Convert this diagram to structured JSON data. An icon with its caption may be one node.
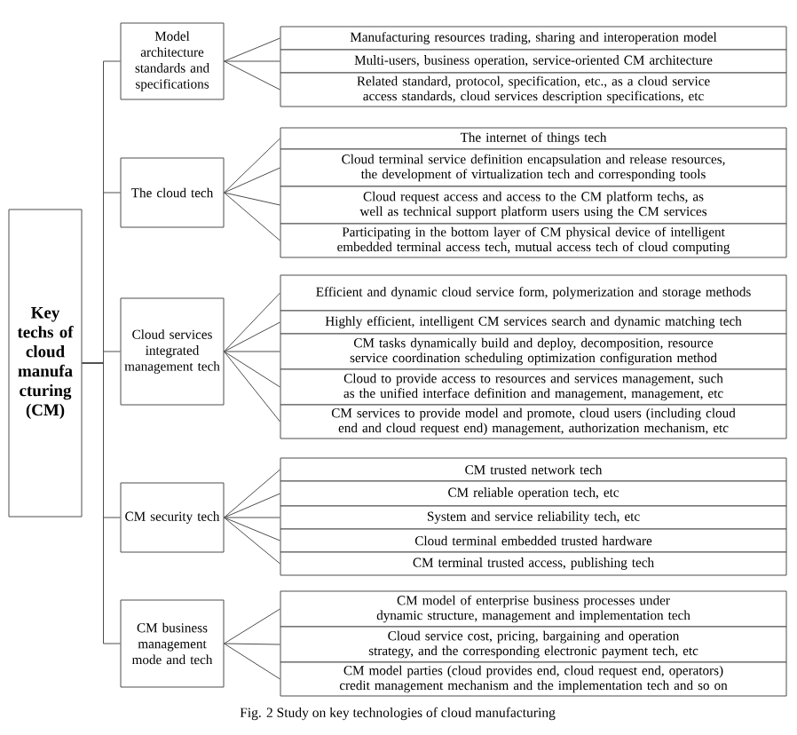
{
  "diagram": {
    "caption": "Fig. 2 Study on key technologies of cloud manufacturing",
    "nodes": [
      {
        "text": [
          "Key techs of cloud manufa cturing (CM)"
        ]
      },
      {
        "text": [
          "Model architecture standards and specifications"
        ]
      },
      {
        "text": [
          "Manufacturing resources trading, sharing and interoperation model"
        ]
      },
      {
        "text": [
          "Multi-users, business operation, service-oriented CM architecture"
        ]
      },
      {
        "text": [
          "Related standard, protocol, specification, etc., as a cloud service access standards, cloud services description specifications, etc"
        ]
      },
      {
        "text": [
          "The cloud tech"
        ]
      },
      {
        "text": [
          "The internet of things tech"
        ]
      },
      {
        "text": [
          "Cloud terminal service definition encapsulation and release resources, the development of virtualization tech and corresponding tools"
        ]
      },
      {
        "text": [
          "Cloud request access and access to the CM platform techs, as well as technical support platform users using the CM services"
        ]
      },
      {
        "text": [
          "Participating in the bottom layer of CM physical device of intelligent embedded terminal access tech, mutual access tech of cloud computing"
        ]
      },
      {
        "text": [
          "Cloud services integrated management tech"
        ]
      },
      {
        "text": [
          "Efficient and dynamic cloud service form, polymerization and storage methods"
        ]
      },
      {
        "text": [
          "Highly efficient, intelligent CM services search and dynamic matching tech"
        ]
      },
      {
        "text": [
          "CM tasks dynamically build and deploy, decomposition, resource service coordination scheduling optimization configuration method"
        ]
      },
      {
        "text": [
          "Cloud to provide access to resources and services management, such as the unified interface definition and management, management, etc"
        ]
      },
      {
        "text": [
          "CM services to provide model and promote, cloud users (including cloud end and cloud request end) management, authorization mechanism, etc"
        ]
      },
      {
        "text": [
          "CM security tech"
        ]
      },
      {
        "text": [
          "CM trusted network tech"
        ]
      },
      {
        "text": [
          "CM reliable operation tech, etc"
        ]
      },
      {
        "text": [
          "System and service reliability tech, etc"
        ]
      },
      {
        "text": [
          "Cloud terminal embedded trusted hardware"
        ]
      },
      {
        "text": [
          "CM terminal trusted access, publishing tech"
        ]
      },
      {
        "text": [
          "CM business management mode and tech"
        ]
      },
      {
        "text": [
          "CM model of enterprise business processes under dynamic structure, management and implementation tech"
        ]
      },
      {
        "text": [
          "Cloud service cost, pricing, bargaining and operation strategy, and the corresponding electronic payment tech, etc"
        ]
      },
      {
        "text": [
          "CM model parties (cloud provides end, cloud request end, operators) credit management mechanism and the implementation tech and so on"
        ]
      }
    ],
    "edges": [
      {
        "from": 0,
        "to": 1,
        "arrow": "none"
      },
      {
        "from": 1,
        "to": 2,
        "arrow": "none"
      },
      {
        "from": 1,
        "to": 3,
        "arrow": "none"
      },
      {
        "from": 1,
        "to": 4,
        "arrow": "none"
      },
      {
        "from": 0,
        "to": 5,
        "arrow": "none"
      },
      {
        "from": 5,
        "to": 6,
        "arrow": "none"
      },
      {
        "from": 5,
        "to": 7,
        "arrow": "none"
      },
      {
        "from": 5,
        "to": 8,
        "arrow": "none"
      },
      {
        "from": 5,
        "to": 9,
        "arrow": "none"
      },
      {
        "from": 0,
        "to": 10,
        "arrow": "none"
      },
      {
        "from": 10,
        "to": 11,
        "arrow": "none"
      },
      {
        "from": 10,
        "to": 12,
        "arrow": "none"
      },
      {
        "from": 10,
        "to": 13,
        "arrow": "none"
      },
      {
        "from": 10,
        "to": 14,
        "arrow": "none"
      },
      {
        "from": 10,
        "to": 15,
        "arrow": "none"
      },
      {
        "from": 0,
        "to": 16,
        "arrow": "none"
      },
      {
        "from": 16,
        "to": 17,
        "arrow": "none"
      },
      {
        "from": 16,
        "to": 18,
        "arrow": "none"
      },
      {
        "from": 16,
        "to": 19,
        "arrow": "none"
      },
      {
        "from": 16,
        "to": 20,
        "arrow": "none"
      },
      {
        "from": 16,
        "to": 21,
        "arrow": "none"
      },
      {
        "from": 0,
        "to": 22,
        "arrow": "none"
      },
      {
        "from": 22,
        "to": 23,
        "arrow": "none"
      },
      {
        "from": 22,
        "to": 24,
        "arrow": "none"
      },
      {
        "from": 22,
        "to": 25,
        "arrow": "none"
      }
    ]
  }
}
